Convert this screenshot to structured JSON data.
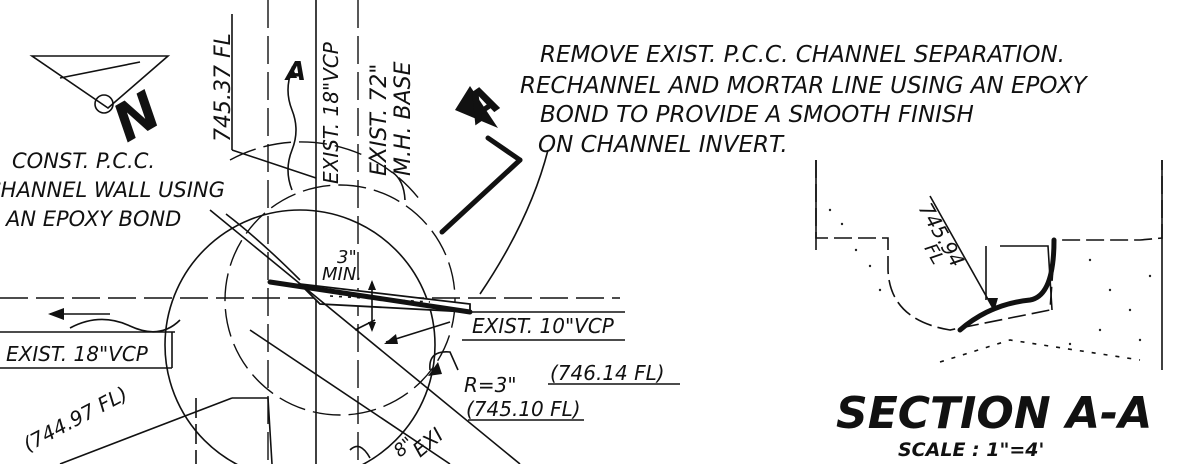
{
  "north_arrow": {
    "letter": "N"
  },
  "notes": {
    "remove_channel": [
      "REMOVE EXIST. P.C.C. CHANNEL SEPARATION.",
      "RECHANNEL AND MORTAR LINE USING AN EPOXY",
      "BOND TO PROVIDE A SMOOTH FINISH",
      "ON CHANNEL INVERT."
    ],
    "const_wall": [
      "CONST. P.C.C.",
      "CHANNEL WALL USING",
      "AN EPOXY BOND"
    ]
  },
  "labels": {
    "elev_top": "745.37 FL",
    "exist_18_vcp_vert": "EXIST. 18\"VCP",
    "exist_72": "EXIST. 72\"",
    "mh_base": "M.H. BASE",
    "section_mark_top": "A",
    "section_mark_small": "A",
    "min_dim_value": "3\"",
    "min_dim_label": "MIN.",
    "exist_10_vcp": "EXIST. 10\"VCP",
    "exist_18_vcp_left": "EXIST. 18\"VCP",
    "elev_746": "(746.14 FL)",
    "radius": "R=3\"",
    "elev_745_10": "(745.10 FL)",
    "elev_744": "(744.97 FL)",
    "exist_partial": "EXI",
    "dim_partial": "8\"",
    "section_elev": "745.94",
    "section_elev_fl": "FL"
  },
  "section": {
    "title": "SECTION A-A",
    "scale": "SCALE : 1\"=4'"
  }
}
